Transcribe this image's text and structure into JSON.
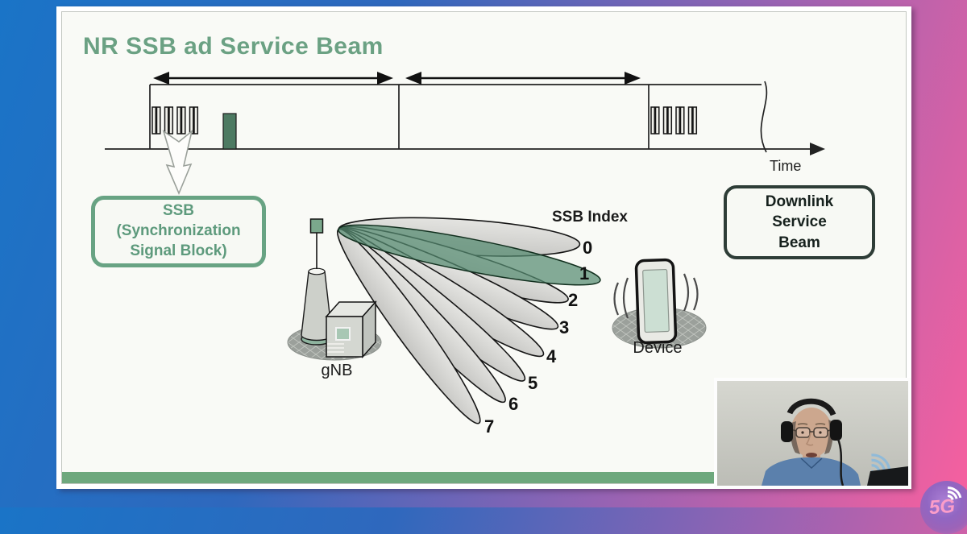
{
  "slide": {
    "title": "NR SSB ad Service Beam",
    "timeline": {
      "time_label": "Time",
      "period_blocks": 2,
      "ssb_burst_bars_per_block": 8
    },
    "ssb_callout": {
      "line1": "SSB",
      "line2": "(Synchronization",
      "line3": "Signal Block)"
    },
    "downlink_callout": {
      "line1": "Downlink",
      "line2": "Service",
      "line3": "Beam"
    },
    "beam_diagram": {
      "heading": "SSB Index",
      "indices": [
        "0",
        "1",
        "2",
        "3",
        "4",
        "5",
        "6",
        "7"
      ],
      "highlighted_beam_index": "1",
      "gnb_label": "gNB",
      "device_label": "Device"
    }
  },
  "overlays": {
    "logo_text": "5G"
  },
  "icons": {
    "webcam_watermark": "wifi-icon",
    "logo_swoosh": "wifi-icon",
    "ssb_pointer": "down-arrow-icon"
  },
  "colors": {
    "accent_green": "#68A383",
    "timeline_bar_green": "#4D7A62",
    "beam_highlight_green": "#548A70",
    "footer_green": "#6EA87D",
    "bg_blue": "#1A74C7",
    "bg_pink": "#F7609F",
    "downlink_border": "#2E3D37"
  }
}
